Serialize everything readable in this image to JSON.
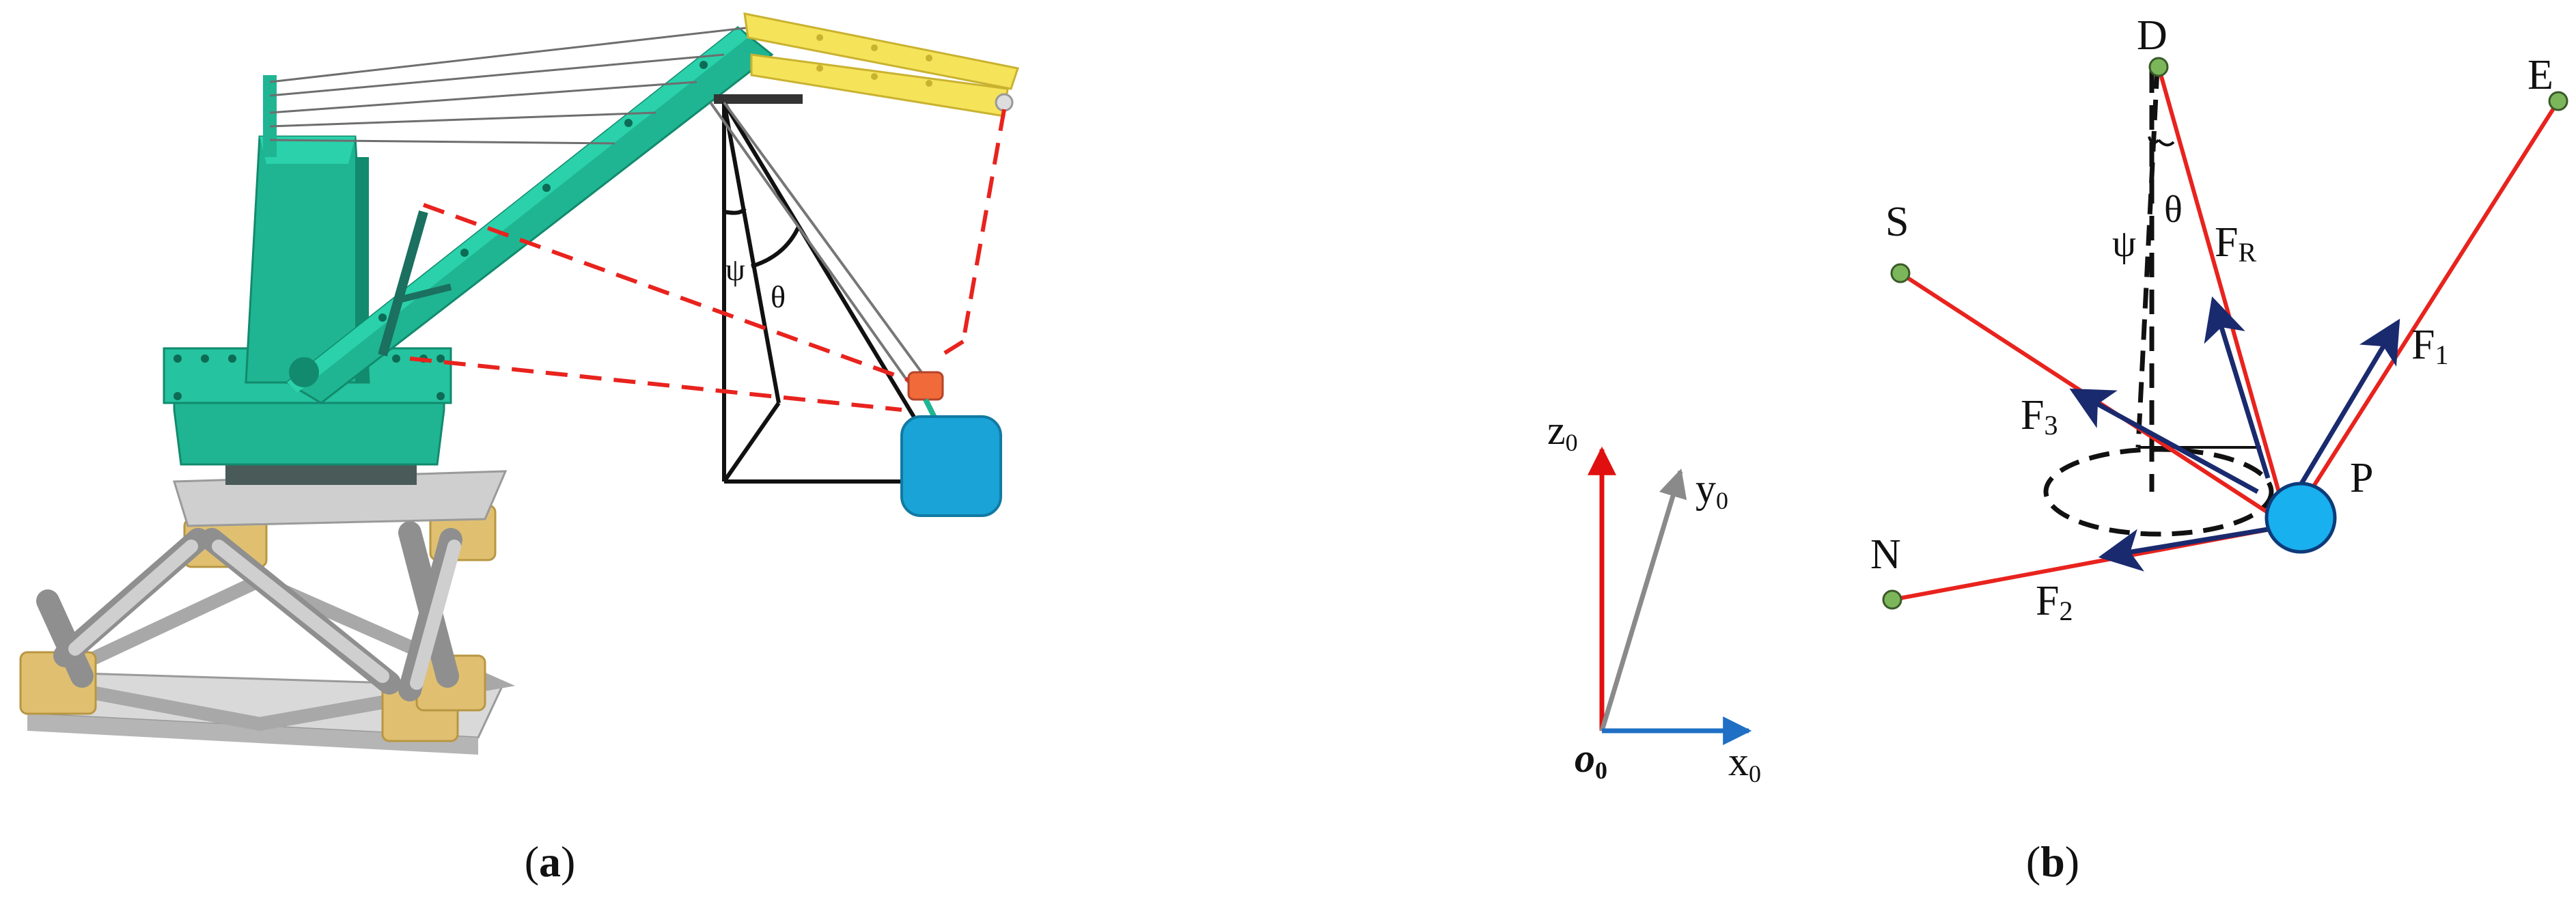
{
  "panel_a": {
    "caption_open": "(",
    "caption_letter": "a",
    "caption_close": ")",
    "angle_psi": "ψ",
    "angle_theta": "θ"
  },
  "panel_b": {
    "caption_open": "(",
    "caption_letter": "b",
    "caption_close": ")",
    "points": {
      "D": "D",
      "E": "E",
      "S": "S",
      "N": "N",
      "P": "P"
    },
    "forces": {
      "F1": {
        "main": "F",
        "sub": "1"
      },
      "F2": {
        "main": "F",
        "sub": "2"
      },
      "F3": {
        "main": "F",
        "sub": "3"
      },
      "FR": {
        "main": "F",
        "sub": "R"
      }
    },
    "angle_psi": "ψ",
    "angle_theta": "θ"
  },
  "axes": {
    "origin": {
      "main": "o",
      "sub": "0"
    },
    "x": {
      "main": "x",
      "sub": "0"
    },
    "y": {
      "main": "y",
      "sub": "0"
    },
    "z": {
      "main": "z",
      "sub": "0"
    }
  },
  "colors": {
    "crane_body": "#1fb592",
    "crane_shadow": "#128a6d",
    "jib": "#f5e35a",
    "platform": "#c9c9c9",
    "base": "#e0c070",
    "payload": "#1aa3d6",
    "hook": "#f06a3a",
    "red_line": "#e8231e",
    "navy_arrow": "#1a2a6e",
    "x_axis": "#1f6fc4",
    "y_axis": "#8a8a8a",
    "z_axis": "#e01010",
    "point_fill": "#7cb65a",
    "ball_fill": "#18b0ee"
  }
}
